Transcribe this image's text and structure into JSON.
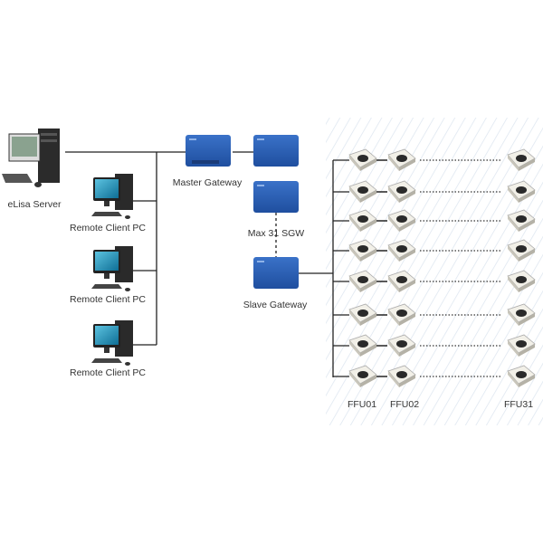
{
  "labels": {
    "server": "eLisa Server",
    "client1": "Remote Client PC",
    "client2": "Remote Client PC",
    "client3": "Remote Client PC",
    "master_gateway": "Master Gateway",
    "max_sgw": "Max 31 SGW",
    "slave_gateway": "Slave Gateway",
    "ffu_first": "FFU01",
    "ffu_second": "FFU02",
    "ffu_last": "FFU31"
  },
  "ffu_rows": 8,
  "colors": {
    "gateway": "#2a5fb8",
    "screen": "#1f8fb5",
    "line": "#222222",
    "hatch": "#dfe8f2"
  }
}
